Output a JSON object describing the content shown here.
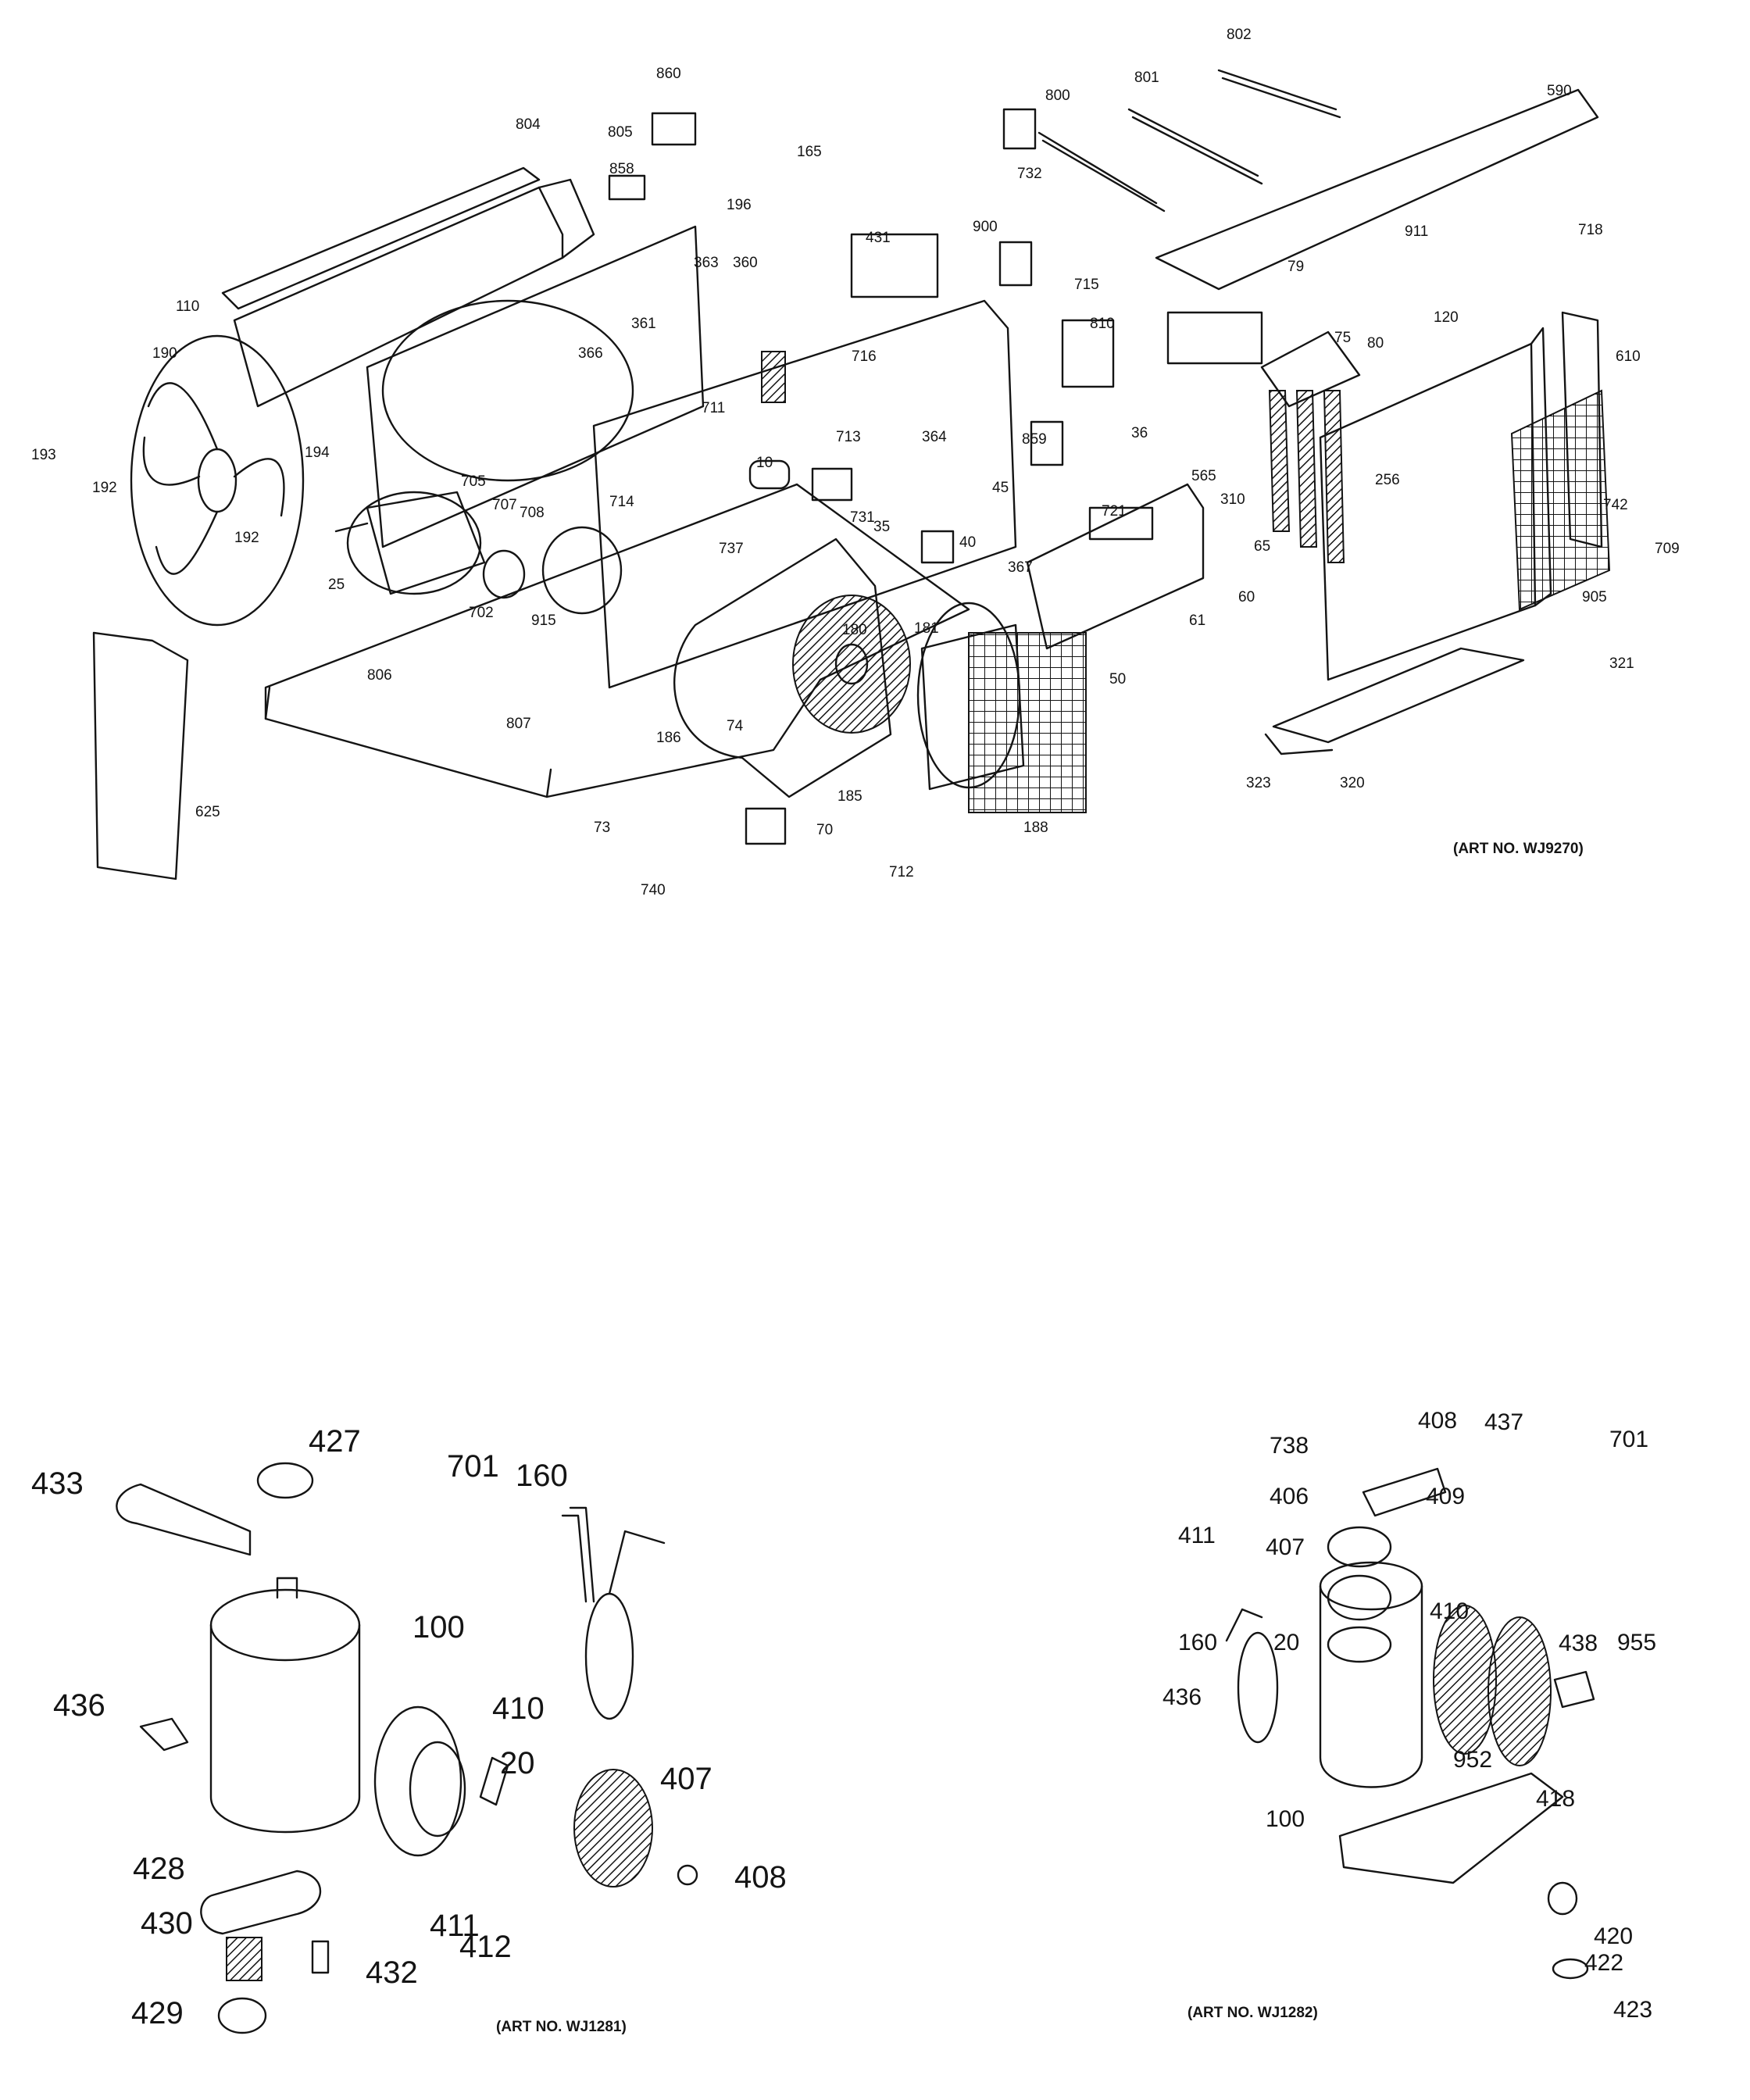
{
  "captions": {
    "top": "(ART NO. WJ9270)",
    "bottom_left": "(ART NO. WJ1281)",
    "bottom_right": "(ART NO. WJ1282)"
  },
  "labels": {
    "top": [
      "860",
      "804",
      "805",
      "858",
      "165",
      "196",
      "802",
      "800",
      "801",
      "590",
      "732",
      "718",
      "911",
      "79",
      "110",
      "190",
      "193",
      "192",
      "363",
      "360",
      "361",
      "366",
      "431",
      "900",
      "715",
      "716",
      "810",
      "75",
      "80",
      "120",
      "610",
      "194",
      "711",
      "713",
      "364",
      "859",
      "36",
      "45",
      "721",
      "565",
      "10",
      "705",
      "707",
      "708",
      "714",
      "192",
      "25",
      "702",
      "915",
      "731",
      "737",
      "35",
      "40",
      "367",
      "310",
      "65",
      "60",
      "61",
      "256",
      "742",
      "709",
      "905",
      "321",
      "806",
      "807",
      "180",
      "181",
      "74",
      "186",
      "185",
      "188",
      "50",
      "323",
      "320",
      "625",
      "73",
      "70",
      "740",
      "712"
    ],
    "bottom_left": [
      "427",
      "433",
      "701",
      "160",
      "100",
      "436",
      "410",
      "20",
      "407",
      "408",
      "428",
      "411",
      "412",
      "430",
      "432",
      "429"
    ],
    "bottom_right": [
      "738",
      "408",
      "437",
      "701",
      "406",
      "409",
      "411",
      "407",
      "410",
      "20",
      "160",
      "438",
      "955",
      "436",
      "952",
      "100",
      "418",
      "420",
      "422",
      "423"
    ]
  },
  "colors": {
    "ink": "#141414",
    "paper": "#ffffff"
  }
}
